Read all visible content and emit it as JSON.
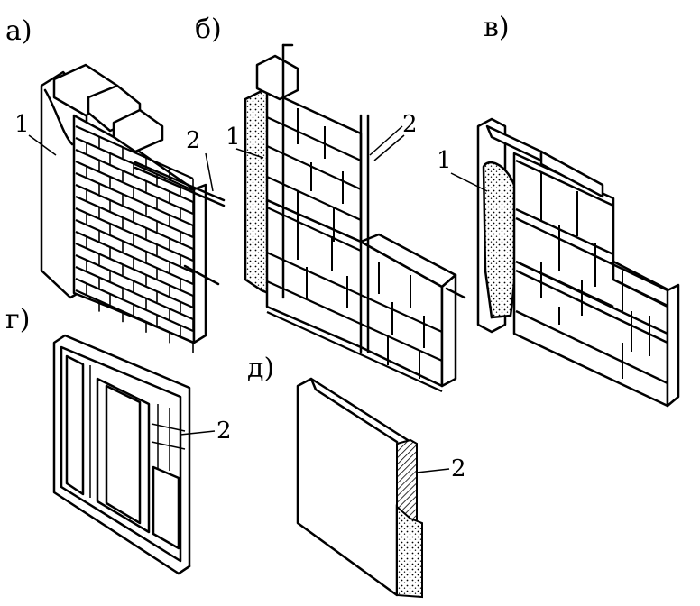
{
  "panels": {
    "a": {
      "label": "а)",
      "callouts": [
        "1",
        "2"
      ]
    },
    "b": {
      "label": "б)",
      "callouts": [
        "1",
        "2"
      ]
    },
    "v": {
      "label": "в)",
      "callouts": [
        "1"
      ]
    },
    "g": {
      "label": "г)",
      "callouts": [
        "2"
      ]
    },
    "d": {
      "label": "д)",
      "callouts": [
        "2"
      ]
    }
  }
}
